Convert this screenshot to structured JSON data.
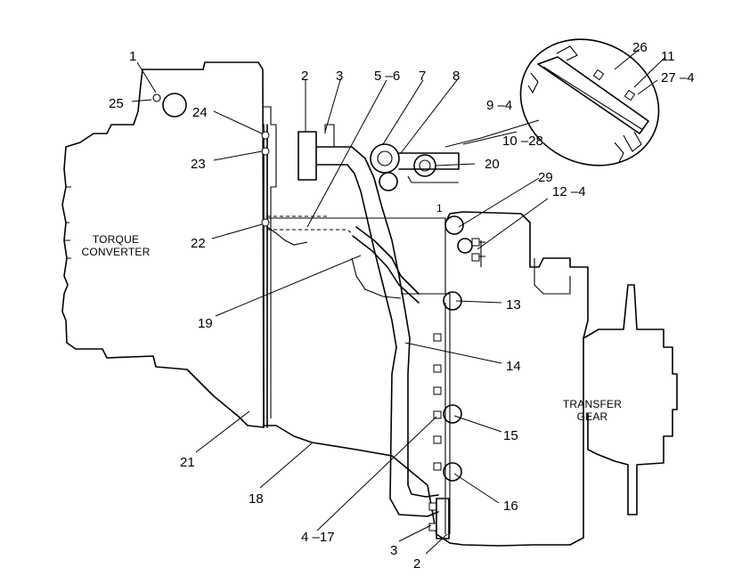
{
  "regions": {
    "torque_converter_line1": "TORQUE",
    "torque_converter_line2": "CONVERTER",
    "transfer_gear_line1": "TRANSFER",
    "transfer_gear_line2": "GEAR"
  },
  "callouts": {
    "c1": "1",
    "c25": "25",
    "c24": "24",
    "c23": "23",
    "c22": "22",
    "c19": "19",
    "c21": "21",
    "c18": "18",
    "c4_17": "4 –17",
    "c3_bottom": "3",
    "c2_bottom": "2",
    "c16": "16",
    "c15": "15",
    "c14": "14",
    "c13": "13",
    "c12_4": "12 –4",
    "c29": "29",
    "c20": "20",
    "c10_28": "10 –28",
    "c9_4": "9 –4",
    "c8": "8",
    "c7": "7",
    "c5_6": "5 –6",
    "c3_top": "3",
    "c2_top": "2",
    "c26": "26",
    "c11": "11",
    "c27_4": "27 –4",
    "c1_small": "1"
  }
}
